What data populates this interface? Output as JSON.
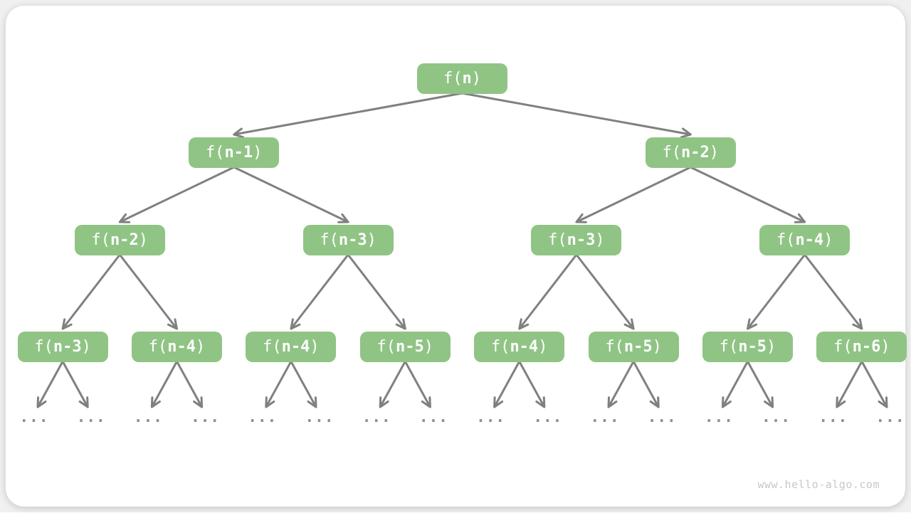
{
  "page": {
    "watermark": "www.hello-algo.com"
  },
  "colors": {
    "page_bg": "#f0f0f0",
    "card_bg": "#ffffff",
    "node_fill": "#90c485",
    "node_text": "#ffffff",
    "arrow": "#808080",
    "leaf_text": "#8c8c8c",
    "watermark_text": "#c8c8c8"
  },
  "tree": {
    "description": "recursion-tree",
    "levels": [
      {
        "nodes": [
          {
            "pre": "f(",
            "arg": "n",
            "post": ")"
          }
        ]
      },
      {
        "nodes": [
          {
            "pre": "f(",
            "arg": "n-1",
            "post": ")"
          },
          {
            "pre": "f(",
            "arg": "n-2",
            "post": ")"
          }
        ]
      },
      {
        "nodes": [
          {
            "pre": "f(",
            "arg": "n-2",
            "post": ")"
          },
          {
            "pre": "f(",
            "arg": "n-3",
            "post": ")"
          },
          {
            "pre": "f(",
            "arg": "n-3",
            "post": ")"
          },
          {
            "pre": "f(",
            "arg": "n-4",
            "post": ")"
          }
        ]
      },
      {
        "nodes": [
          {
            "pre": "f(",
            "arg": "n-3",
            "post": ")"
          },
          {
            "pre": "f(",
            "arg": "n-4",
            "post": ")"
          },
          {
            "pre": "f(",
            "arg": "n-4",
            "post": ")"
          },
          {
            "pre": "f(",
            "arg": "n-5",
            "post": ")"
          },
          {
            "pre": "f(",
            "arg": "n-4",
            "post": ")"
          },
          {
            "pre": "f(",
            "arg": "n-5",
            "post": ")"
          },
          {
            "pre": "f(",
            "arg": "n-5",
            "post": ")"
          },
          {
            "pre": "f(",
            "arg": "n-6",
            "post": ")"
          }
        ]
      }
    ],
    "leaves": [
      "...",
      "...",
      "...",
      "...",
      "...",
      "...",
      "...",
      "...",
      "...",
      "...",
      "...",
      "...",
      "...",
      "...",
      "...",
      "..."
    ]
  }
}
